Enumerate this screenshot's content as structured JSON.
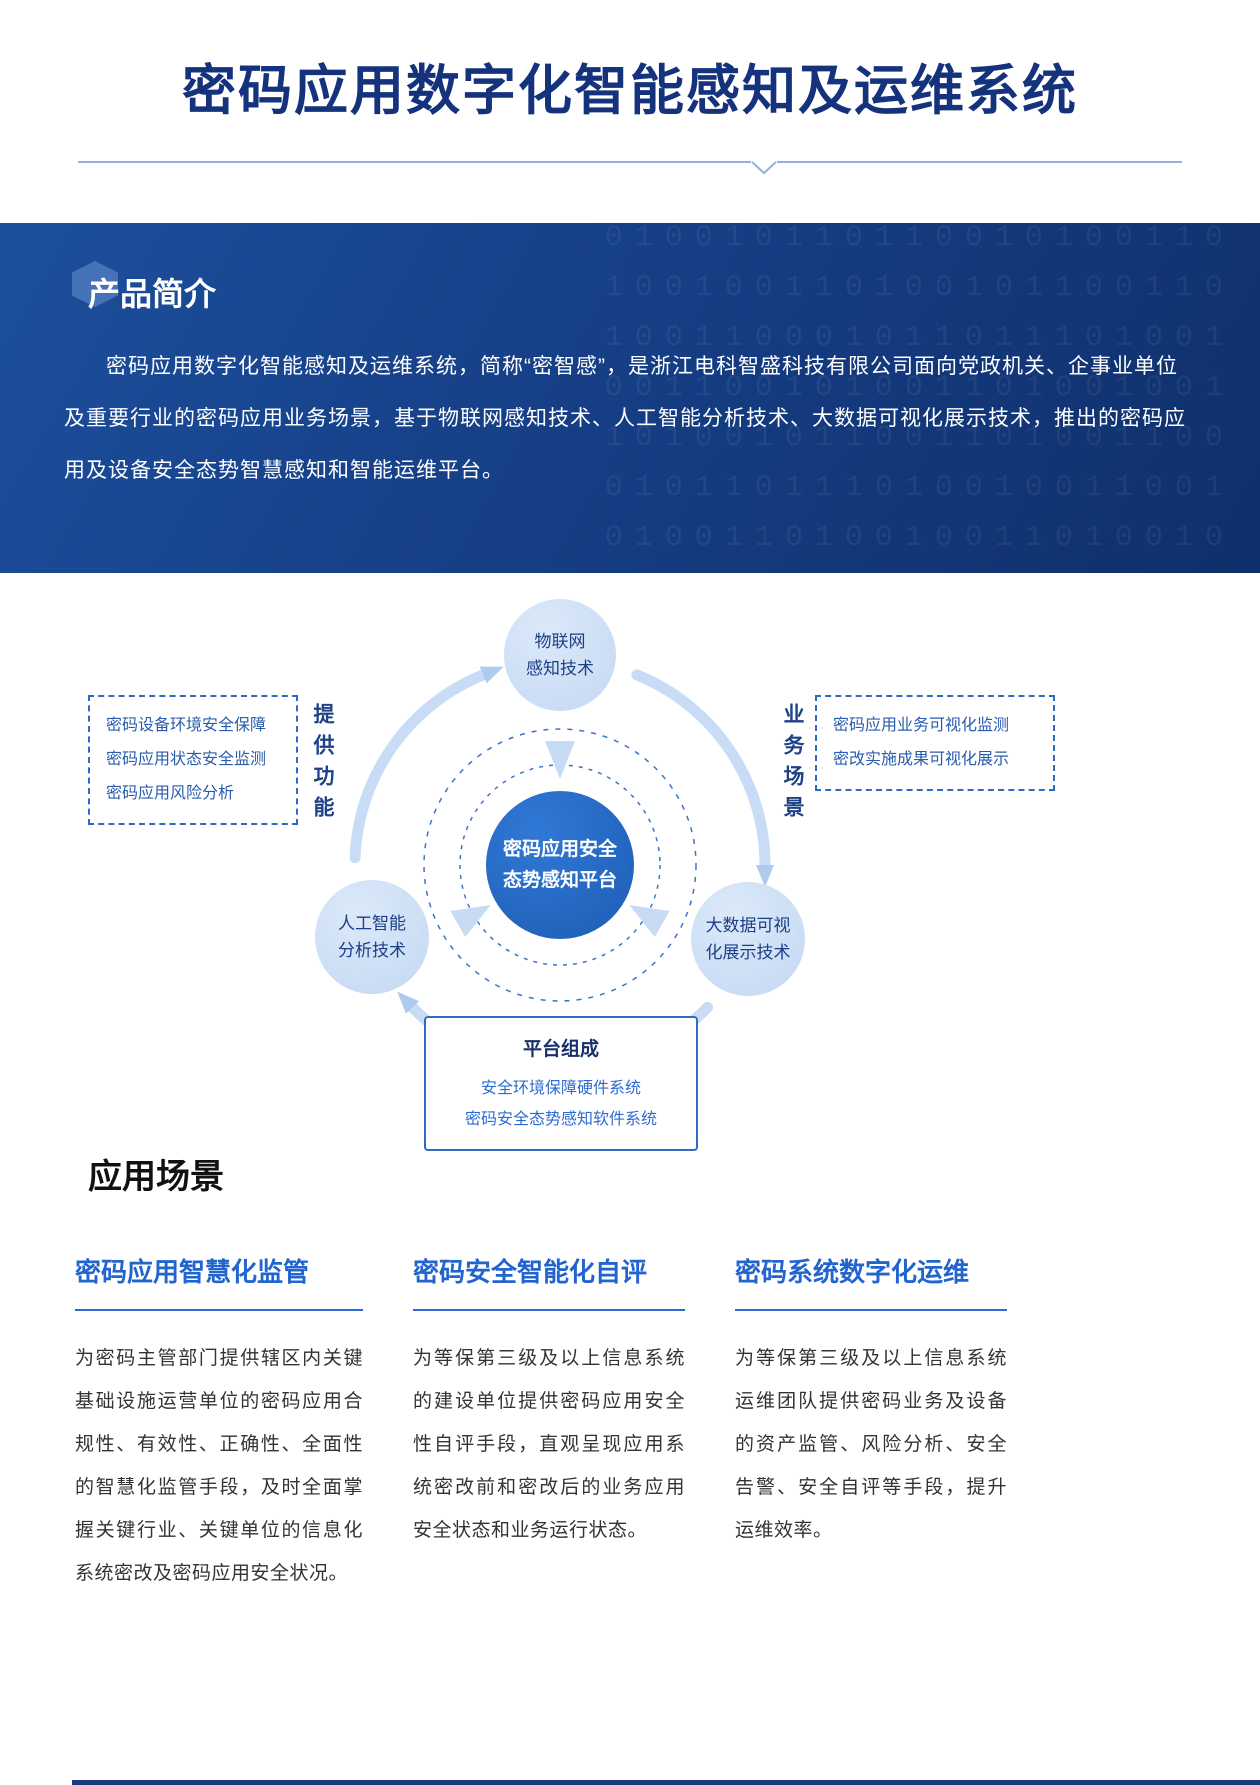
{
  "page": {
    "title": "密码应用数字化智能感知及运维系统"
  },
  "intro": {
    "heading": "产品简介",
    "paragraph": "密码应用数字化智能感知及运维系统，简称“密智感”，是浙江电科智盛科技有限公司面向党政机关、企事业单位及重要行业的密码应用业务场景，基于物联网感知技术、人工智能分析技术、大数据可视化展示技术，推出的密码应用及设备安全态势智慧感知和智能运维平台。",
    "pattern": "0100101101100101001101001001101001011001101001100010110111010010011001010011010010011010010110011010011000101101110100100110010100110100100110100101100110100110001011011101001001100101001101001001101001011001101001100010110111010010"
  },
  "diagram": {
    "center": {
      "line1": "密码应用安全",
      "line2": "态势感知平台"
    },
    "top_node": {
      "line1": "物联网",
      "line2": "感知技术"
    },
    "left_node": {
      "line1": "人工智能",
      "line2": "分析技术"
    },
    "right_node": {
      "line1": "大数据可视",
      "line2": "化展示技术"
    },
    "functions_label": "提供功能",
    "functions": [
      "密码设备环境安全保障",
      "密码应用状态安全监测",
      "密码应用风险分析"
    ],
    "scenarios_label": "业务场景",
    "scenarios": [
      "密码应用业务可视化监测",
      "密改实施成果可视化展示"
    ],
    "platform_box": {
      "title": "平台组成",
      "items": [
        "安全环境保障硬件系统",
        "密码安全态势感知软件系统"
      ]
    }
  },
  "applications": {
    "heading": "应用场景",
    "cards": [
      {
        "title": "密码应用智慧化监管",
        "body": "为密码主管部门提供辖区内关键基础设施运营单位的密码应用合规性、有效性、正确性、全面性的智慧化监管手段，及时全面掌握关键行业、关键单位的信息化系统密改及密码应用安全状况。"
      },
      {
        "title": "密码安全智能化自评",
        "body": "为等保第三级及以上信息系统的建设单位提供密码应用安全性自评手段，直观呈现应用系统密改前和密改后的业务应用安全状态和业务运行状态。"
      },
      {
        "title": "密码系统数字化运维",
        "body": "为等保第三级及以上信息系统运维团队提供密码业务及设备的资产监管、风险分析、安全告警、安全自评等手段，提升运维效率。"
      }
    ]
  },
  "colors": {
    "title_blue": "#15337c",
    "banner_blue": "#163f86",
    "accent_blue": "#2d6bd2",
    "node_fill": "#c3d8f3"
  }
}
